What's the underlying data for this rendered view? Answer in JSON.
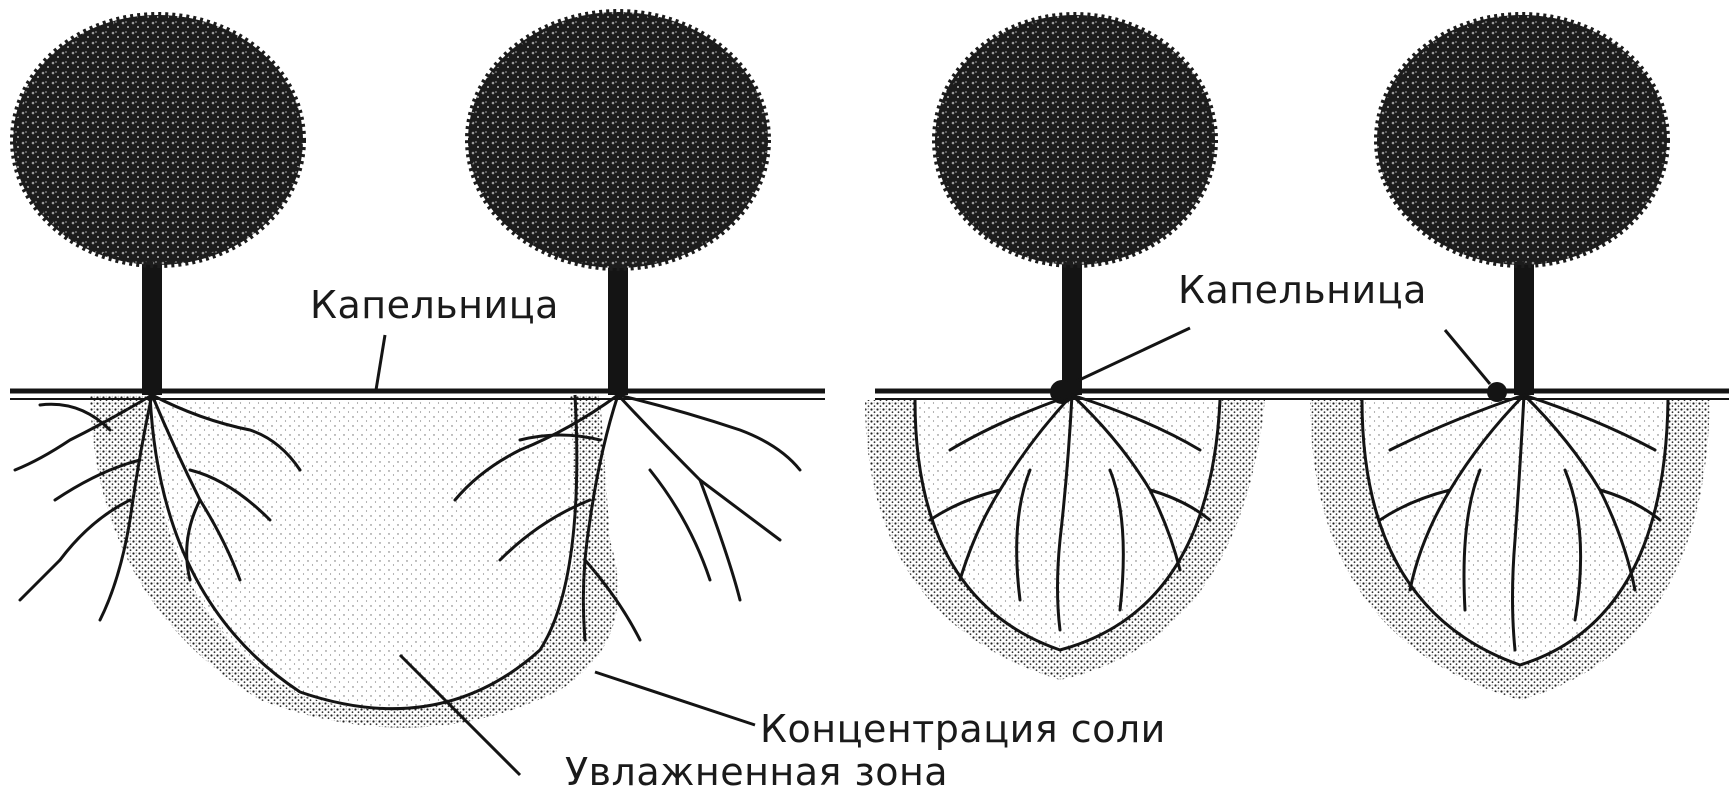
{
  "labels": {
    "dripper_left": "Капельница",
    "dripper_right": "Капельница",
    "salt_concentration": "Концентрация соли",
    "moist_zone": "Увлажненная зона"
  },
  "colors": {
    "ink": "#141414",
    "background": "#ffffff"
  }
}
